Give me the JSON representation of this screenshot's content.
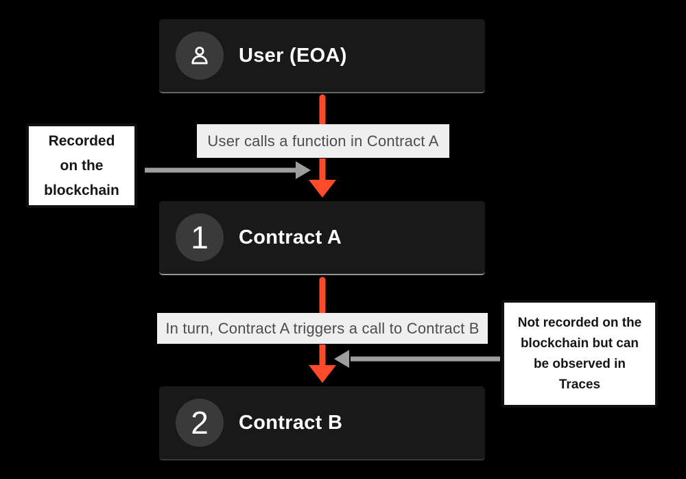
{
  "colors": {
    "accent_orange": "#FB4B28",
    "arrow_gray": "#9E9E9E",
    "node_bg": "#191919",
    "badge_bg": "#3A3A3A",
    "label_bg": "#EFEFEF",
    "label_text": "#4C4C4C",
    "annotation_bg": "#FFFFFF",
    "annotation_border": "#101010",
    "annotation_text": "#161616"
  },
  "nodes": {
    "user": {
      "title": "User (EOA)",
      "icon": "user-icon"
    },
    "contract_a": {
      "badge": "1",
      "title": "Contract A"
    },
    "contract_b": {
      "badge": "2",
      "title": "Contract B"
    }
  },
  "flow_labels": {
    "call_1": "User calls a function in Contract A",
    "call_2": "In turn, Contract A triggers a call to Contract B"
  },
  "annotations": {
    "left": {
      "lines": [
        "Recorded",
        "on the",
        "blockchain"
      ]
    },
    "right": {
      "lines": [
        "Not recorded on the",
        "blockchain but can",
        "be observed in",
        "Traces"
      ]
    }
  }
}
